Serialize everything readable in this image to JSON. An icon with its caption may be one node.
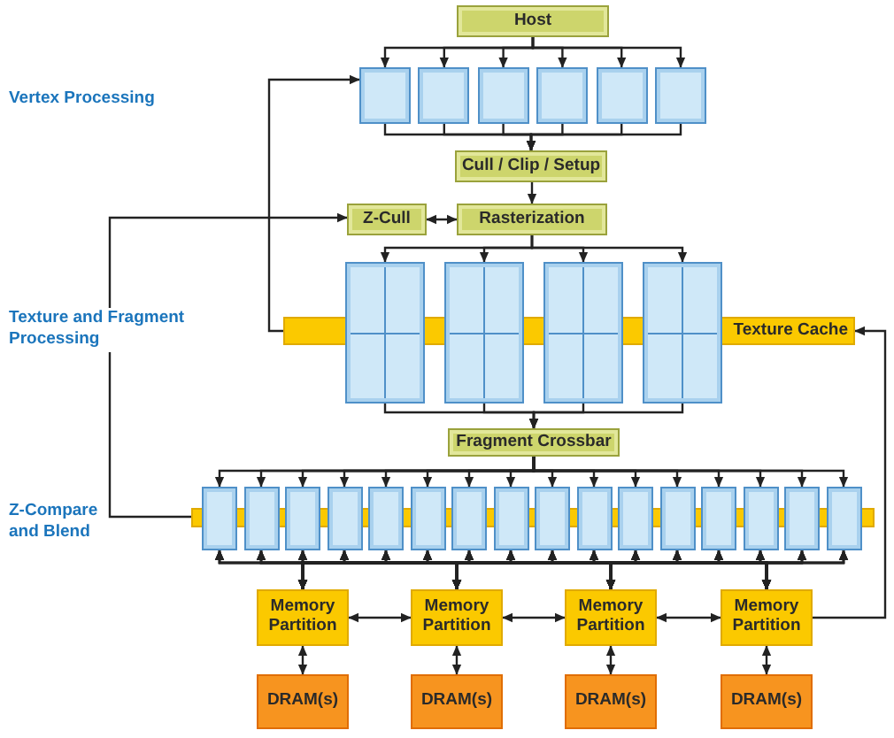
{
  "diagram": {
    "nodes": [
      {
        "text": [
          "Host"
        ]
      },
      {
        "text": [],
        "shape": "box"
      },
      {
        "text": [],
        "shape": "box"
      },
      {
        "text": [],
        "shape": "box"
      },
      {
        "text": [],
        "shape": "box"
      },
      {
        "text": [],
        "shape": "box"
      },
      {
        "text": [],
        "shape": "box"
      },
      {
        "text": [
          "Cull / Clip / Setup"
        ]
      },
      {
        "text": [
          "Z-Cull"
        ]
      },
      {
        "text": [
          "Rasterization"
        ]
      },
      {
        "text": [
          "Texture Cache"
        ]
      },
      {
        "text": [],
        "shape": "box"
      },
      {
        "text": [],
        "shape": "box"
      },
      {
        "text": [],
        "shape": "box"
      },
      {
        "text": [],
        "shape": "box"
      },
      {
        "text": [
          "Fragment Crossbar"
        ]
      },
      {
        "text": [],
        "shape": "bar"
      },
      {
        "text": [],
        "shape": "box"
      },
      {
        "text": [],
        "shape": "box"
      },
      {
        "text": [],
        "shape": "box"
      },
      {
        "text": [],
        "shape": "box"
      },
      {
        "text": [],
        "shape": "box"
      },
      {
        "text": [],
        "shape": "box"
      },
      {
        "text": [],
        "shape": "box"
      },
      {
        "text": [],
        "shape": "box"
      },
      {
        "text": [],
        "shape": "box"
      },
      {
        "text": [],
        "shape": "box"
      },
      {
        "text": [],
        "shape": "box"
      },
      {
        "text": [],
        "shape": "box"
      },
      {
        "text": [],
        "shape": "box"
      },
      {
        "text": [],
        "shape": "box"
      },
      {
        "text": [],
        "shape": "box"
      },
      {
        "text": [],
        "shape": "box"
      },
      {
        "text": [
          "Memory Partition"
        ]
      },
      {
        "text": [
          "Memory Partition"
        ]
      },
      {
        "text": [
          "Memory Partition"
        ]
      },
      {
        "text": [
          "Memory Partition"
        ]
      },
      {
        "text": [
          "DRAM(s)"
        ]
      },
      {
        "text": [
          "DRAM(s)"
        ]
      },
      {
        "text": [
          "DRAM(s)"
        ]
      },
      {
        "text": [
          "DRAM(s)"
        ]
      }
    ],
    "edges": [
      {
        "from": 0,
        "to": 1,
        "arrow": "to"
      },
      {
        "from": 0,
        "to": 2,
        "arrow": "to"
      },
      {
        "from": 0,
        "to": 3,
        "arrow": "to"
      },
      {
        "from": 0,
        "to": 4,
        "arrow": "to"
      },
      {
        "from": 0,
        "to": 5,
        "arrow": "to"
      },
      {
        "from": 0,
        "to": 6,
        "arrow": "to"
      },
      {
        "from": 1,
        "to": 7,
        "arrow": "to"
      },
      {
        "from": 2,
        "to": 7,
        "arrow": "to"
      },
      {
        "from": 3,
        "to": 7,
        "arrow": "to"
      },
      {
        "from": 4,
        "to": 7,
        "arrow": "to"
      },
      {
        "from": 5,
        "to": 7,
        "arrow": "to"
      },
      {
        "from": 6,
        "to": 7,
        "arrow": "to"
      },
      {
        "from": 7,
        "to": 9,
        "arrow": "to"
      },
      {
        "from": 8,
        "to": 9,
        "arrow": "both"
      },
      {
        "from": 9,
        "to": 11,
        "arrow": "to"
      },
      {
        "from": 9,
        "to": 12,
        "arrow": "to"
      },
      {
        "from": 9,
        "to": 13,
        "arrow": "to"
      },
      {
        "from": 9,
        "to": 14,
        "arrow": "to"
      },
      {
        "from": 11,
        "to": 15,
        "arrow": "to"
      },
      {
        "from": 12,
        "to": 15,
        "arrow": "to"
      },
      {
        "from": 13,
        "to": 15,
        "arrow": "to"
      },
      {
        "from": 14,
        "to": 15,
        "arrow": "to"
      },
      {
        "from": 15,
        "to": 17,
        "arrow": "to"
      },
      {
        "from": 15,
        "to": 18,
        "arrow": "to"
      },
      {
        "from": 15,
        "to": 19,
        "arrow": "to"
      },
      {
        "from": 15,
        "to": 20,
        "arrow": "to"
      },
      {
        "from": 15,
        "to": 21,
        "arrow": "to"
      },
      {
        "from": 15,
        "to": 22,
        "arrow": "to"
      },
      {
        "from": 15,
        "to": 23,
        "arrow": "to"
      },
      {
        "from": 15,
        "to": 24,
        "arrow": "to"
      },
      {
        "from": 15,
        "to": 25,
        "arrow": "to"
      },
      {
        "from": 15,
        "to": 26,
        "arrow": "to"
      },
      {
        "from": 15,
        "to": 27,
        "arrow": "to"
      },
      {
        "from": 15,
        "to": 28,
        "arrow": "to"
      },
      {
        "from": 15,
        "to": 29,
        "arrow": "to"
      },
      {
        "from": 15,
        "to": 30,
        "arrow": "to"
      },
      {
        "from": 15,
        "to": 31,
        "arrow": "to"
      },
      {
        "from": 15,
        "to": 32,
        "arrow": "to"
      },
      {
        "from": 17,
        "to": 33,
        "arrow": "both"
      },
      {
        "from": 17,
        "to": 34,
        "arrow": "both"
      },
      {
        "from": 17,
        "to": 35,
        "arrow": "both"
      },
      {
        "from": 17,
        "to": 36,
        "arrow": "both"
      },
      {
        "from": 18,
        "to": 33,
        "arrow": "both"
      },
      {
        "from": 18,
        "to": 34,
        "arrow": "both"
      },
      {
        "from": 18,
        "to": 35,
        "arrow": "both"
      },
      {
        "from": 18,
        "to": 36,
        "arrow": "both"
      },
      {
        "from": 19,
        "to": 33,
        "arrow": "both"
      },
      {
        "from": 19,
        "to": 34,
        "arrow": "both"
      },
      {
        "from": 19,
        "to": 35,
        "arrow": "both"
      },
      {
        "from": 19,
        "to": 36,
        "arrow": "both"
      },
      {
        "from": 20,
        "to": 33,
        "arrow": "both"
      },
      {
        "from": 20,
        "to": 34,
        "arrow": "both"
      },
      {
        "from": 20,
        "to": 35,
        "arrow": "both"
      },
      {
        "from": 20,
        "to": 36,
        "arrow": "both"
      },
      {
        "from": 21,
        "to": 33,
        "arrow": "both"
      },
      {
        "from": 21,
        "to": 34,
        "arrow": "both"
      },
      {
        "from": 21,
        "to": 35,
        "arrow": "both"
      },
      {
        "from": 21,
        "to": 36,
        "arrow": "both"
      },
      {
        "from": 22,
        "to": 33,
        "arrow": "both"
      },
      {
        "from": 22,
        "to": 34,
        "arrow": "both"
      },
      {
        "from": 22,
        "to": 35,
        "arrow": "both"
      },
      {
        "from": 22,
        "to": 36,
        "arrow": "both"
      },
      {
        "from": 23,
        "to": 33,
        "arrow": "both"
      },
      {
        "from": 23,
        "to": 34,
        "arrow": "both"
      },
      {
        "from": 23,
        "to": 35,
        "arrow": "both"
      },
      {
        "from": 23,
        "to": 36,
        "arrow": "both"
      },
      {
        "from": 24,
        "to": 33,
        "arrow": "both"
      },
      {
        "from": 24,
        "to": 34,
        "arrow": "both"
      },
      {
        "from": 24,
        "to": 35,
        "arrow": "both"
      },
      {
        "from": 24,
        "to": 36,
        "arrow": "both"
      },
      {
        "from": 25,
        "to": 33,
        "arrow": "both"
      },
      {
        "from": 25,
        "to": 34,
        "arrow": "both"
      },
      {
        "from": 25,
        "to": 35,
        "arrow": "both"
      },
      {
        "from": 25,
        "to": 36,
        "arrow": "both"
      },
      {
        "from": 26,
        "to": 33,
        "arrow": "both"
      },
      {
        "from": 26,
        "to": 34,
        "arrow": "both"
      },
      {
        "from": 26,
        "to": 35,
        "arrow": "both"
      },
      {
        "from": 26,
        "to": 36,
        "arrow": "both"
      },
      {
        "from": 27,
        "to": 33,
        "arrow": "both"
      },
      {
        "from": 27,
        "to": 34,
        "arrow": "both"
      },
      {
        "from": 27,
        "to": 35,
        "arrow": "both"
      },
      {
        "from": 27,
        "to": 36,
        "arrow": "both"
      },
      {
        "from": 28,
        "to": 33,
        "arrow": "both"
      },
      {
        "from": 28,
        "to": 34,
        "arrow": "both"
      },
      {
        "from": 28,
        "to": 35,
        "arrow": "both"
      },
      {
        "from": 28,
        "to": 36,
        "arrow": "both"
      },
      {
        "from": 29,
        "to": 33,
        "arrow": "both"
      },
      {
        "from": 29,
        "to": 34,
        "arrow": "both"
      },
      {
        "from": 29,
        "to": 35,
        "arrow": "both"
      },
      {
        "from": 29,
        "to": 36,
        "arrow": "both"
      },
      {
        "from": 30,
        "to": 33,
        "arrow": "both"
      },
      {
        "from": 30,
        "to": 34,
        "arrow": "both"
      },
      {
        "from": 30,
        "to": 35,
        "arrow": "both"
      },
      {
        "from": 30,
        "to": 36,
        "arrow": "both"
      },
      {
        "from": 31,
        "to": 33,
        "arrow": "both"
      },
      {
        "from": 31,
        "to": 34,
        "arrow": "both"
      },
      {
        "from": 31,
        "to": 35,
        "arrow": "both"
      },
      {
        "from": 31,
        "to": 36,
        "arrow": "both"
      },
      {
        "from": 32,
        "to": 33,
        "arrow": "both"
      },
      {
        "from": 32,
        "to": 34,
        "arrow": "both"
      },
      {
        "from": 32,
        "to": 35,
        "arrow": "both"
      },
      {
        "from": 32,
        "to": 36,
        "arrow": "both"
      },
      {
        "from": 33,
        "to": 34,
        "arrow": "both"
      },
      {
        "from": 34,
        "to": 35,
        "arrow": "both"
      },
      {
        "from": 35,
        "to": 36,
        "arrow": "both"
      },
      {
        "from": 33,
        "to": 37,
        "arrow": "both"
      },
      {
        "from": 34,
        "to": 38,
        "arrow": "both"
      },
      {
        "from": 35,
        "to": 39,
        "arrow": "both"
      },
      {
        "from": 36,
        "to": 40,
        "arrow": "both"
      },
      {
        "from": 16,
        "to": 8,
        "arrow": "to"
      },
      {
        "from": 10,
        "to": 1,
        "arrow": "to"
      },
      {
        "from": 36,
        "to": 10,
        "arrow": "to"
      }
    ],
    "labels": [
      "Vertex Processing",
      "Texture and Fragment Processing",
      "Z-Compare and Blend"
    ]
  }
}
